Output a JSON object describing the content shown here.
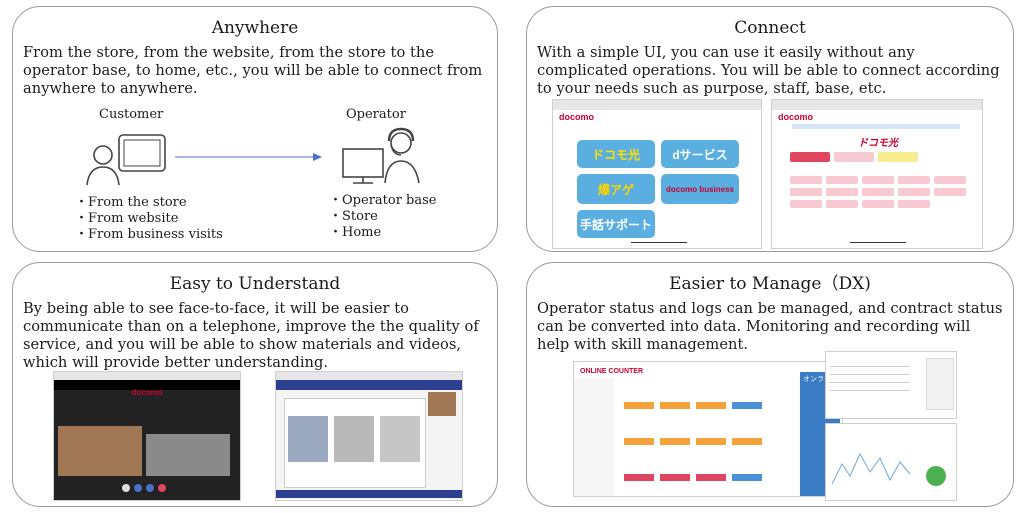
{
  "panels": {
    "anywhere": {
      "title": "Anywhere",
      "description": "From the store, from the website, from the store to the operator base, to home, etc., you will be able to connect from anywhere to anywhere.",
      "customer_label": "Customer",
      "operator_label": "Operator",
      "customer_points": [
        "From the store",
        "From website",
        "From business visits"
      ],
      "operator_points": [
        "Operator base",
        "Store",
        "Home"
      ]
    },
    "connect": {
      "title": "Connect",
      "description": "With a simple UI, you can use it easily without any complicated operations. You will be able to connect according to your needs such as purpose, staff, base, etc.",
      "screen_brand": "docomo",
      "tiles": [
        "ドコモ光",
        "dサービス",
        "爆アゲ",
        "docomo business",
        "手話サポート"
      ]
    },
    "understand": {
      "title": "Easy to Understand",
      "description": "By being able to see face-to-face, it will be easier to communicate than on a telephone, improve the the quality of service, and you will be able to show materials and videos, which will provide better understanding.",
      "screen_brand": "docomo"
    },
    "manage": {
      "title": "Easier to Manage（DX)",
      "description": "Operator status and logs can be managed, and contract status can be converted into data. Monitoring and recording will help with skill management.",
      "app_name": "ONLINE COUNTER",
      "online_header": "オンライム"
    }
  },
  "colors": {
    "border": "#9a9a9a",
    "docomo_red": "#cc0033",
    "tile_blue": "#5aaee0",
    "arrow": "#4a72c4"
  }
}
